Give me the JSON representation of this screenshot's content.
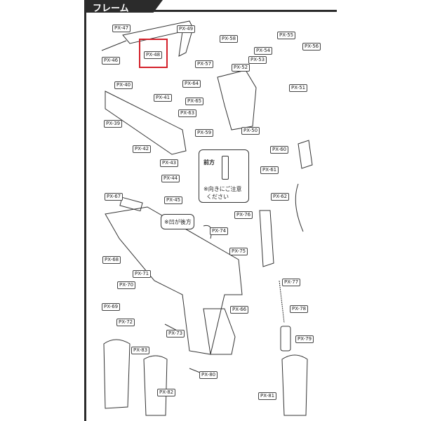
{
  "header": {
    "title": "フレーム"
  },
  "highlight": {
    "part": "PX-48",
    "color": "#d4202a"
  },
  "parts": [
    "PX-39",
    "PX-40",
    "PX-41",
    "PX-42",
    "PX-43",
    "PX-44",
    "PX-45",
    "PX-46",
    "PX-47",
    "PX-48",
    "PX-49",
    "PX-50",
    "PX-51",
    "PX-52",
    "PX-53",
    "PX-54",
    "PX-55",
    "PX-56",
    "PX-57",
    "PX-58",
    "PX-59",
    "PX-60",
    "PX-61",
    "PX-62",
    "PX-63",
    "PX-64",
    "PX-65",
    "PX-66",
    "PX-67",
    "PX-68",
    "PX-69",
    "PX-70",
    "PX-71",
    "PX-72",
    "PX-73",
    "PX-74",
    "PX-75",
    "PX-76",
    "PX-77",
    "PX-78",
    "PX-79",
    "PX-80",
    "PX-81",
    "PX-82",
    "PX-83"
  ],
  "notes": {
    "front": "前方",
    "orientation_line1": "※向きにご注意",
    "orientation_line2": "ください",
    "recess": "※凹が後方"
  }
}
